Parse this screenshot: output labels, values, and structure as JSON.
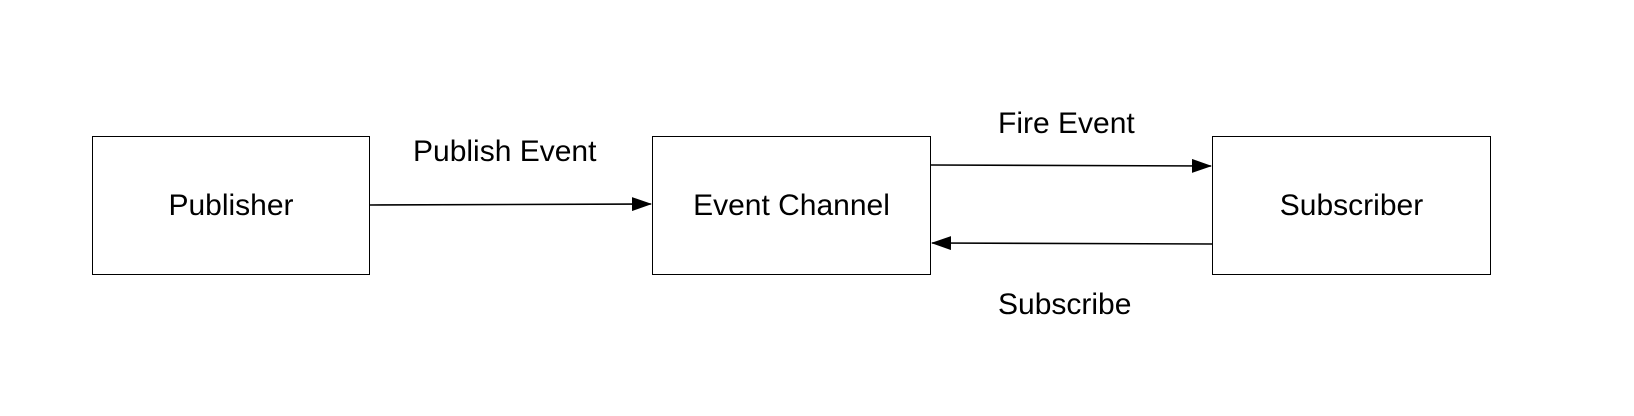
{
  "diagram": {
    "nodes": {
      "publisher": {
        "label": "Publisher"
      },
      "event_channel": {
        "label": "Event Channel"
      },
      "subscriber": {
        "label": "Subscriber"
      }
    },
    "edges": {
      "publish_event": {
        "label": "Publish Event",
        "from": "Publisher",
        "to": "Event Channel"
      },
      "fire_event": {
        "label": "Fire Event",
        "from": "Event Channel",
        "to": "Subscriber"
      },
      "subscribe": {
        "label": "Subscribe",
        "from": "Subscriber",
        "to": "Event Channel"
      }
    },
    "colors": {
      "stroke": "#000000",
      "background": "#ffffff",
      "text": "#000000"
    }
  }
}
